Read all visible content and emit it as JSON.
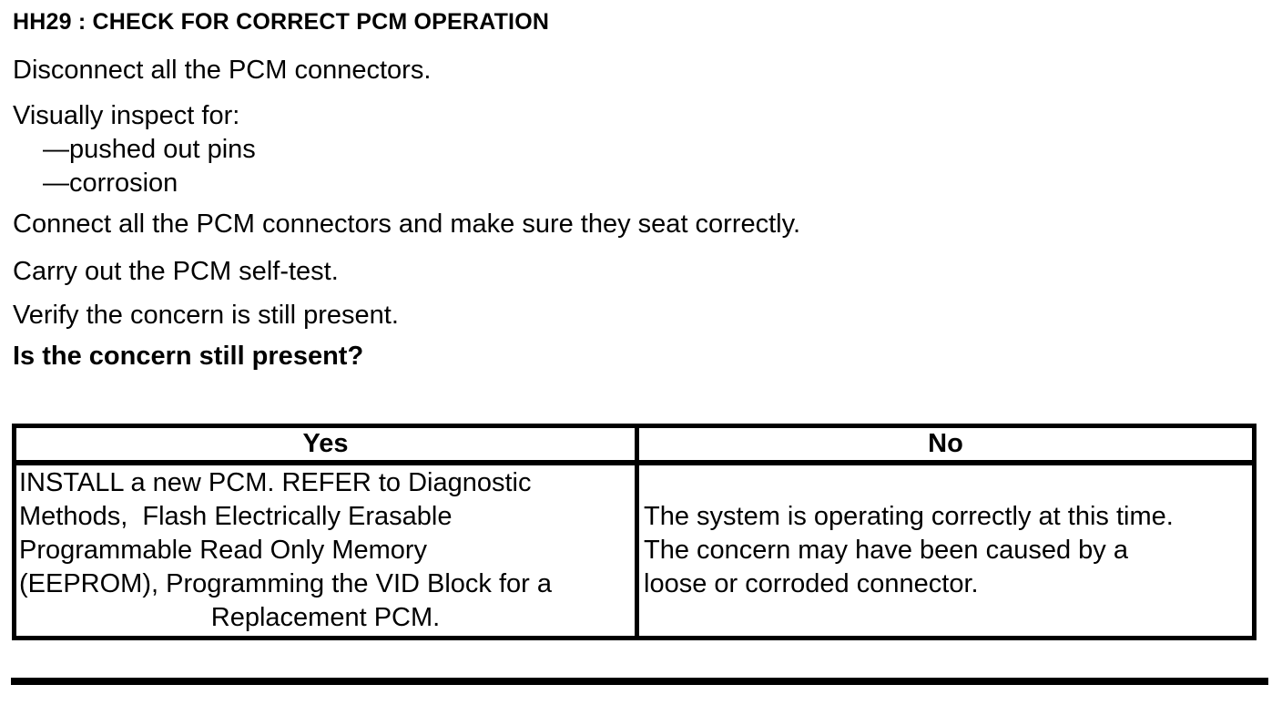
{
  "content": {
    "heading": "HH29 : CHECK FOR CORRECT PCM OPERATION",
    "paragraph_disconnect": "Disconnect all the PCM connectors.",
    "paragraph_inspect": "Visually inspect for:",
    "inspect_items": [
      "—pushed out pins",
      "—corrosion"
    ],
    "paragraph_connect": "Connect all the PCM connectors and make sure they seat correctly.",
    "paragraph_selftest": "Carry out the PCM self-test.",
    "paragraph_verify": "Verify the concern is still present.",
    "question": "Is the concern still present?"
  },
  "results_table": {
    "headers": {
      "yes": "Yes",
      "no": "No"
    },
    "yes_cell": {
      "lines": [
        "INSTALL a new PCM. REFER to Diagnostic",
        "Methods,  Flash Electrically Erasable",
        "Programmable Read Only Memory",
        "(EEPROM), Programming the VID Block for a",
        "Replacement PCM."
      ]
    },
    "no_cell": {
      "lines": [
        "The system is operating correctly at this time.",
        "The concern may have been caused by a",
        "loose or corroded connector."
      ]
    }
  },
  "colors": {
    "text": "#000000",
    "background": "#ffffff",
    "border": "#000000"
  }
}
